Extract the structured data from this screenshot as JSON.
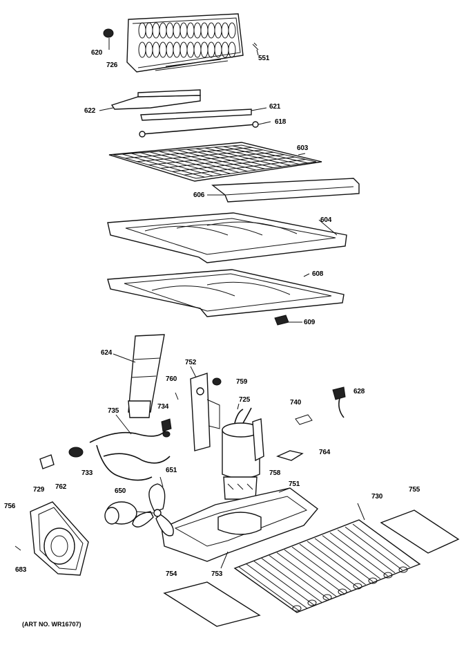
{
  "diagram": {
    "art_number": "(ART NO. WR16707)",
    "labels": [
      {
        "id": "620",
        "text": "620"
      },
      {
        "id": "726",
        "text": "726"
      },
      {
        "id": "551",
        "text": "551"
      },
      {
        "id": "622",
        "text": "622"
      },
      {
        "id": "621",
        "text": "621"
      },
      {
        "id": "618",
        "text": "618"
      },
      {
        "id": "603",
        "text": "603"
      },
      {
        "id": "606",
        "text": "606"
      },
      {
        "id": "604",
        "text": "604"
      },
      {
        "id": "608",
        "text": "608"
      },
      {
        "id": "609",
        "text": "609"
      },
      {
        "id": "624",
        "text": "624"
      },
      {
        "id": "752",
        "text": "752"
      },
      {
        "id": "760",
        "text": "760"
      },
      {
        "id": "759",
        "text": "759"
      },
      {
        "id": "725",
        "text": "725"
      },
      {
        "id": "740",
        "text": "740"
      },
      {
        "id": "628",
        "text": "628"
      },
      {
        "id": "735",
        "text": "735"
      },
      {
        "id": "734",
        "text": "734"
      },
      {
        "id": "764",
        "text": "764"
      },
      {
        "id": "733",
        "text": "733"
      },
      {
        "id": "729",
        "text": "729"
      },
      {
        "id": "651",
        "text": "651"
      },
      {
        "id": "758",
        "text": "758"
      },
      {
        "id": "751",
        "text": "751"
      },
      {
        "id": "730",
        "text": "730"
      },
      {
        "id": "755",
        "text": "755"
      },
      {
        "id": "756",
        "text": "756"
      },
      {
        "id": "762",
        "text": "762"
      },
      {
        "id": "650",
        "text": "650"
      },
      {
        "id": "754",
        "text": "754"
      },
      {
        "id": "753",
        "text": "753"
      },
      {
        "id": "683",
        "text": "683"
      }
    ]
  }
}
